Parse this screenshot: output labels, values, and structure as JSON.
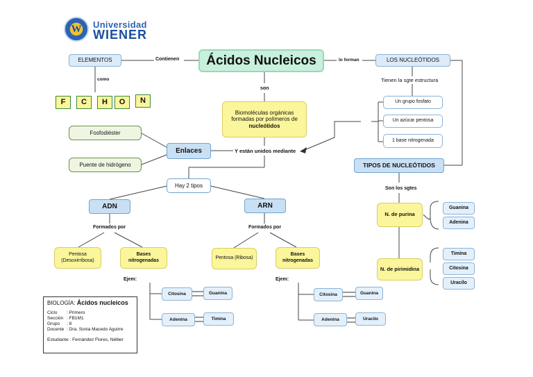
{
  "logo": {
    "line1": "Universidad",
    "line2": "WIENER",
    "emblem": "W"
  },
  "title": "Ácidos Nucleicos",
  "elementos": {
    "label": "ELEMENTOS",
    "link": "Contienen",
    "como": "como",
    "letters": [
      "F",
      "C",
      "H",
      "O",
      "N"
    ]
  },
  "nucleotidos": {
    "label": "LOS NUCLEÓTIDOS",
    "link": "lo forman",
    "estructura": "Tienen la sgte estructura",
    "partes": [
      "Un grupo fosfato",
      "Un azúcar pentosa",
      "1 base nitrogenada"
    ]
  },
  "son": "son",
  "biomoleculas": {
    "text": "Biomoléculas orgánicas formadas por polímeros de",
    "bold": "nucleótidos"
  },
  "enlaces": {
    "label": "Enlaces",
    "items": [
      "Fosfodiéster",
      "Puente de hidrógeno"
    ],
    "link": "Y están unidos mediante"
  },
  "tipos": {
    "label": "TIPOS DE NUCLEÓTIDOS",
    "link": "Son los sgtes",
    "purina": {
      "label": "N. de purina",
      "items": [
        "Guanina",
        "Adenina"
      ]
    },
    "pirimidina": {
      "label": "N. de pirimidina",
      "items": [
        "Timina",
        "Citosina",
        "Uracilo"
      ]
    }
  },
  "hay": "Hay 2 tipos",
  "adn": {
    "label": "ADN",
    "formados": "Formados por",
    "pentosa": "Pentosa (Desoxirribosa)",
    "bases": "Bases nitrogenadas",
    "ejem": "Ejem:",
    "pairs": [
      [
        "Citosina",
        "Guanina"
      ],
      [
        "Adenina",
        "Timina"
      ]
    ]
  },
  "arn": {
    "label": "ARN",
    "formados": "Formados por",
    "pentosa": "Pentosa (Ribosa)",
    "bases": "Bases nitrogenadas",
    "ejem": "Ejem:",
    "pairs": [
      [
        "Citosina",
        "Guanina"
      ],
      [
        "Adenina",
        "Uracilo"
      ]
    ]
  },
  "info": {
    "title_prefix": "BIOLOGÍA:",
    "title_main": "Ácidos nucleicos",
    "rows": [
      {
        "k": "Ciclo",
        "v": ": Primero"
      },
      {
        "k": "Sección",
        "v": ": FB1M1"
      },
      {
        "k": "Grupo",
        "v": ": 8"
      },
      {
        "k": "Docente",
        "v": ": Dra. Sonia Macedo Aguirre"
      }
    ],
    "estudiante": "Estudiante : Fernández Flores, Nélber"
  },
  "colors": {
    "title_bg": "#c8f0dc",
    "node_blue": "#dcebf8",
    "yellow": "#fbf59b",
    "logo_blue": "#1b4f9c"
  }
}
